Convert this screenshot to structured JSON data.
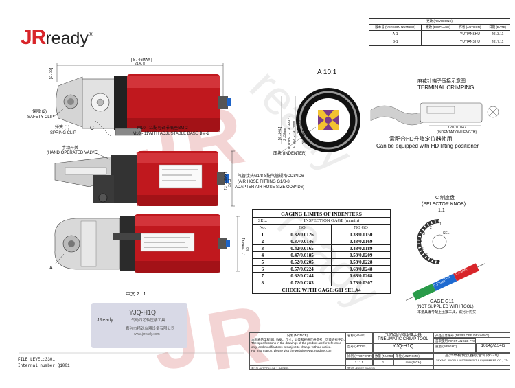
{
  "logo": {
    "brand_red": "JR",
    "brand_dark": "ready",
    "mark": "®",
    "accent_color": "#d8252a"
  },
  "watermark": {
    "text": "JReady",
    "color": "#f2d7d7"
  },
  "revisions": {
    "title": "更改 (REVISIONS)",
    "headers": [
      "版本号 (VERSION NUMBER)",
      "更改 (DISPLACE)",
      "作者 (AUTHOR)",
      "日期 (DATE)"
    ],
    "rows": [
      {
        "version": "A-1",
        "author": "YUTIANSHU",
        "date": "2013.11"
      },
      {
        "version": "B-1",
        "author": "YUTIANSHU",
        "date": "2017.11"
      }
    ]
  },
  "top_view": {
    "dim_max": "[8.46MAX]",
    "dim_mm": "214.8",
    "dim_left": "[2.83]",
    "dim_left_mm": "72",
    "safety_clip_cn": "保险 (2)",
    "safety_clip_en": "SAFETY CLIP",
    "spring_clip_cn": "弹簧 (1)",
    "spring_clip_en": "SPRING CLIP",
    "callout_c": "C",
    "base_cn": "M10 - 11配可调节底座BM-2",
    "base_en": "M10 - 11WITH ADJUSTABLE BASE BM-2"
  },
  "side_view": {
    "valve_cn": "手动开关",
    "valve_en": "(HAND OPERATED VALVE)",
    "hose_cn": "气管接头G1/8-8配气管规格OD8*ID6",
    "hose_en1": "(AIR HOSE FITTING G1/8-8",
    "hose_en2": "ADAPTER AIR HOSE SIZE OD8*ID6)",
    "dim_h": "[2.33MAX]",
    "dim_h_mm": "59.2",
    "dim_b": "[1.18]",
    "dim_b_mm": "30"
  },
  "front_view": {
    "callout_a": "A",
    "dim_h": "[1.38MAX]",
    "dim_h_mm": "35"
  },
  "detail_a": {
    "title": "A 10:1",
    "dim1": "[0.141]",
    "dim1_mm": "3.58mm",
    "dim2": "(0.0169 - 0.0307)",
    "dim2_mm": "0.43 - 0.78mm",
    "dim3": "工作范围",
    "dim4": "(WORKING RANGE)",
    "indenter_label": "压块 (INDENTER)"
  },
  "terminal": {
    "cn": "麻花针端子压接示意图",
    "en": "TERMINAL CRIMPING",
    "indent_len": "120/0.047",
    "indent_len_label": "(INDENTATION LENGTH)"
  },
  "positioner": {
    "cn": "需配合HD升降定位器使用",
    "en": "Can be equipped with HD lifting positioner"
  },
  "selector": {
    "title": "C 制度盘",
    "sub": "(SELECTOR KNOB)",
    "scale": "1:1",
    "sel_label": "SEL",
    "numbers": [
      "1",
      "2",
      "3",
      "4",
      "5",
      "6",
      "7",
      "8"
    ]
  },
  "gage_tool": {
    "title": "GAGE G11",
    "sub": "(NOT SUPPLIED WITH TOOL)",
    "cn": "本量具编号配上压接工具，需另行购买",
    "go": "0.37mm",
    "nogo": "0.43mm",
    "mid": "G11"
  },
  "gaging": {
    "title": "GAGING LIMITS OF INDENTERS",
    "col_sel": "SEL.",
    "col_no": "No.",
    "col_gage": "INSPECTION GAGE (mm/in)",
    "col_go": "GO",
    "col_nogo": "NO GO",
    "rows": [
      {
        "sel": "1",
        "go": "0.32/0.0126",
        "nogo": "0.38/0.0150"
      },
      {
        "sel": "2",
        "go": "0.37/0.0146",
        "nogo": "0.43/0.0169"
      },
      {
        "sel": "3",
        "go": "0.42/0.0165",
        "nogo": "0.48/0.0189"
      },
      {
        "sel": "4",
        "go": "0.47/0.0185",
        "nogo": "0.53/0.0209"
      },
      {
        "sel": "5",
        "go": "0.52/0.0205",
        "nogo": "0.58/0.0228"
      },
      {
        "sel": "6",
        "go": "0.57/0.0224",
        "nogo": "0.63/0.0248"
      },
      {
        "sel": "7",
        "go": "0.62/0.0244",
        "nogo": "0.68/0.0268"
      },
      {
        "sel": "8",
        "go": "0.72/0.0283",
        "nogo": "0.78/0.0307"
      }
    ],
    "footer": "CHECK WITH GAGE:G11 SEL.#4"
  },
  "card": {
    "scale_label": "中文 2 : 1",
    "brand": "JReady",
    "model": "YJQ-H1Q",
    "name_cn": "气动四芯轴压接工具",
    "company_cn": "嘉兴市精锐仪器设备有限公司",
    "url": "www.jrready.com"
  },
  "notice": {
    "title": "说明 (NOTICE)",
    "cn": "本图表的工程设计数据、尺寸、公差和规格仅供参考，可能会有更改。",
    "en1": "The specifications in the drawings of the product are for reference",
    "en2": "only, and modifications is subject to change without notice.",
    "en3": "For information, please visit the website:www.jreadytel.com"
  },
  "title_block": {
    "name_label": "名称 (NAME)",
    "name_cn": "气动四芯轴压接工具",
    "name_en": "PNEUMATIC CRIMP TOOL",
    "model_label": "型号 (MODEL)",
    "model": "YJQ-H1Q",
    "proportion_label": "比例 (PROPORTION)",
    "proportion": "1 : 1.5",
    "number_label": "数量 (NUMBER)",
    "number": "1",
    "unit_label": "单位 (UNIT SIZE)",
    "unit": "mm (INCH)",
    "drawing_label": "产品信息编号 (DEVELOPE DRAWING)",
    "weight": "1064g/2.34lb",
    "material_label": "重量 (WEIGHT)",
    "company_cn": "嘉兴市精锐仪器设备有限公司",
    "company_en": "JIAXING JINGRUI INSTRUMENT & EQUIPMENT CO.,LTD",
    "sheets_total": "共1页 (A TOTAL OF 1 PAGES)",
    "sheet_first": "第1页 (FIRST PAGES)",
    "first_made": "首次使用 FIRST ANGLE PROJECTION"
  },
  "file_info": {
    "level": "FILE LEVEL:3301",
    "internal": "Internal number Q1001"
  }
}
